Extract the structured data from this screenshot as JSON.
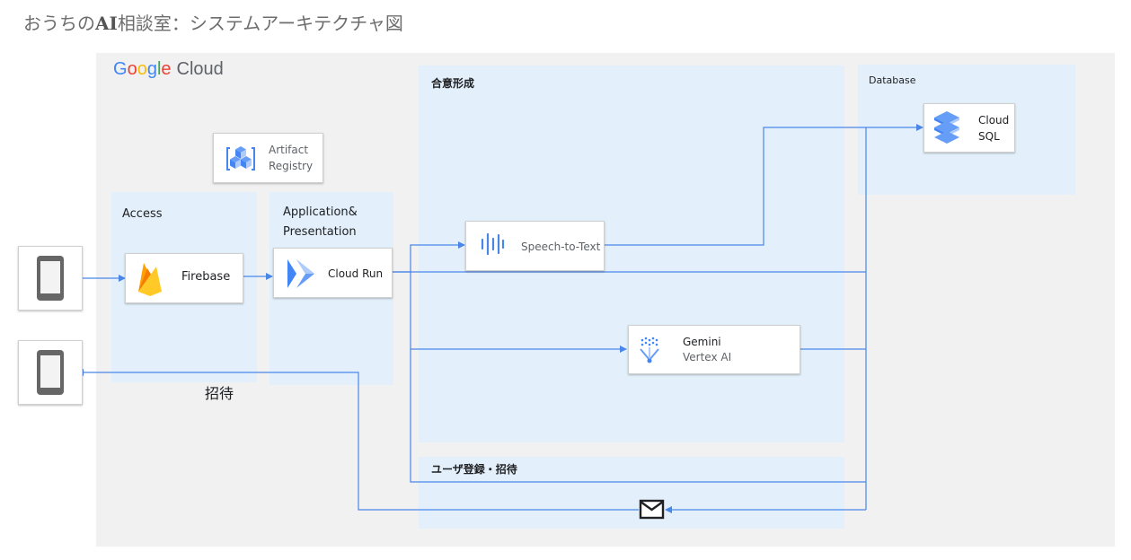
{
  "title": {
    "prefix": "おうちの",
    "bold": "AI",
    "rest": "相談室：システムアーキテクチャ図"
  },
  "logo": {
    "g1": "G",
    "o1": "o",
    "o2": "o",
    "g2": "g",
    "l": "l",
    "e": "e",
    "cloud": "Cloud"
  },
  "zones": {
    "access": "Access",
    "app_line1": "Application&",
    "app_line2": "Presentation",
    "consensus": "合意形成",
    "database": "Database",
    "user_reg": "ユーザ登録・招待"
  },
  "services": {
    "artifact_line1": "Artifact",
    "artifact_line2": "Registry",
    "firebase": "Firebase",
    "cloud_run": "Cloud Run",
    "speech": "Speech-to-Text",
    "gemini_line1": "Gemini",
    "gemini_line2": "Vertex AI",
    "sql_line1": "Cloud",
    "sql_line2": "SQL"
  },
  "edge_labels": {
    "invite": "招待"
  },
  "colors": {
    "arrow": "#4a86e8",
    "zone": "#e3f0fb",
    "gcp_bg": "#f1f1f1"
  }
}
